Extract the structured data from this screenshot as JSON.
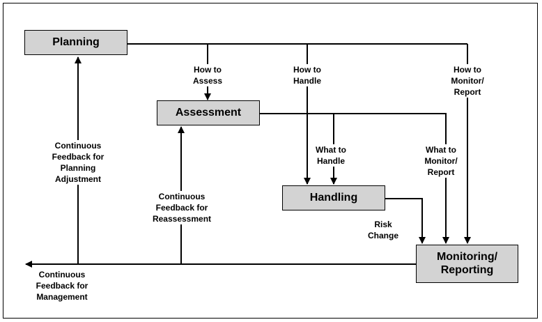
{
  "nodes": {
    "planning": "Planning",
    "assessment": "Assessment",
    "handling": "Handling",
    "monitoring": "Monitoring/\nReporting"
  },
  "labels": {
    "how_to_assess": "How to\nAssess",
    "how_to_handle": "How to\nHandle",
    "how_to_monitor": "How to\nMonitor/\nReport",
    "what_to_handle": "What to\nHandle",
    "what_to_monitor": "What to\nMonitor/\nReport",
    "risk_change": "Risk\nChange",
    "feedback_planning": "Continuous\nFeedback for\nPlanning\nAdjustment",
    "feedback_reassessment": "Continuous\nFeedback for\nReassessment",
    "feedback_management": "Continuous\nFeedback for\nManagement"
  }
}
